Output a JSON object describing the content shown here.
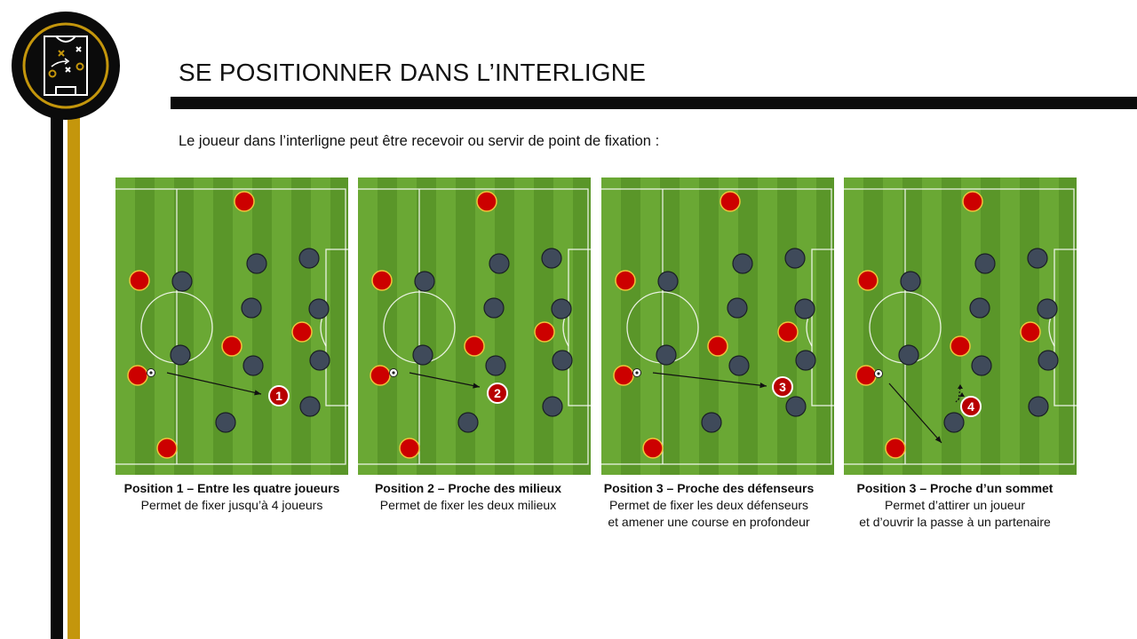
{
  "header": {
    "title": "SE POSITIONNER DANS L’INTERLIGNE",
    "subtitle": "Le joueur dans l’interligne peut être recevoir ou servir de point de fixation :"
  },
  "colors": {
    "accent_gold": "#c4960c",
    "team_red": "#cc0000",
    "team_grey": "#3f4a5a",
    "pitch_green": "#5e9b2c"
  },
  "icons": [
    "tactics-board-logo-icon",
    "football-icon"
  ],
  "diagrams": [
    {
      "marker": "1",
      "caption_title": "Position 1 – Entre les quatre joueurs",
      "caption_lines": [
        "Permet de fixer jusqu’à 4 joueurs"
      ]
    },
    {
      "marker": "2",
      "caption_title": "Position 2 – Proche des milieux",
      "caption_lines": [
        "Permet de fixer les deux milieux"
      ]
    },
    {
      "marker": "3",
      "caption_title": "Position 3 – Proche des défenseurs",
      "caption_lines": [
        "Permet de fixer les deux défenseurs",
        "et amener une course en profondeur"
      ]
    },
    {
      "marker": "4",
      "caption_title": "Position 3 – Proche d’un sommet",
      "caption_lines": [
        "Permet d’attirer un joueur",
        "et d’ouvrir la passe à un partenaire"
      ]
    }
  ]
}
